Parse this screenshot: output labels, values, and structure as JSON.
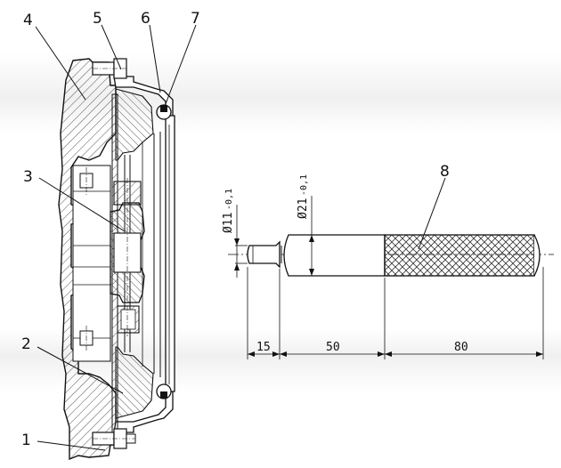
{
  "callouts": [
    {
      "id": "1",
      "text": "1"
    },
    {
      "id": "2",
      "text": "2"
    },
    {
      "id": "3",
      "text": "3"
    },
    {
      "id": "4",
      "text": "4"
    },
    {
      "id": "5",
      "text": "5"
    },
    {
      "id": "6",
      "text": "6"
    },
    {
      "id": "7",
      "text": "7"
    },
    {
      "id": "8",
      "text": "8"
    }
  ],
  "dimensions": {
    "dia_small": "Ø11",
    "dia_small_tol": "-0,1",
    "dia_large": "Ø21",
    "dia_large_tol": "-0,1",
    "len_1": "15",
    "len_2": "50",
    "len_3": "80"
  },
  "colors": {
    "ink": "#111111",
    "hatch": "#555555",
    "band": "#f0f0f0"
  }
}
